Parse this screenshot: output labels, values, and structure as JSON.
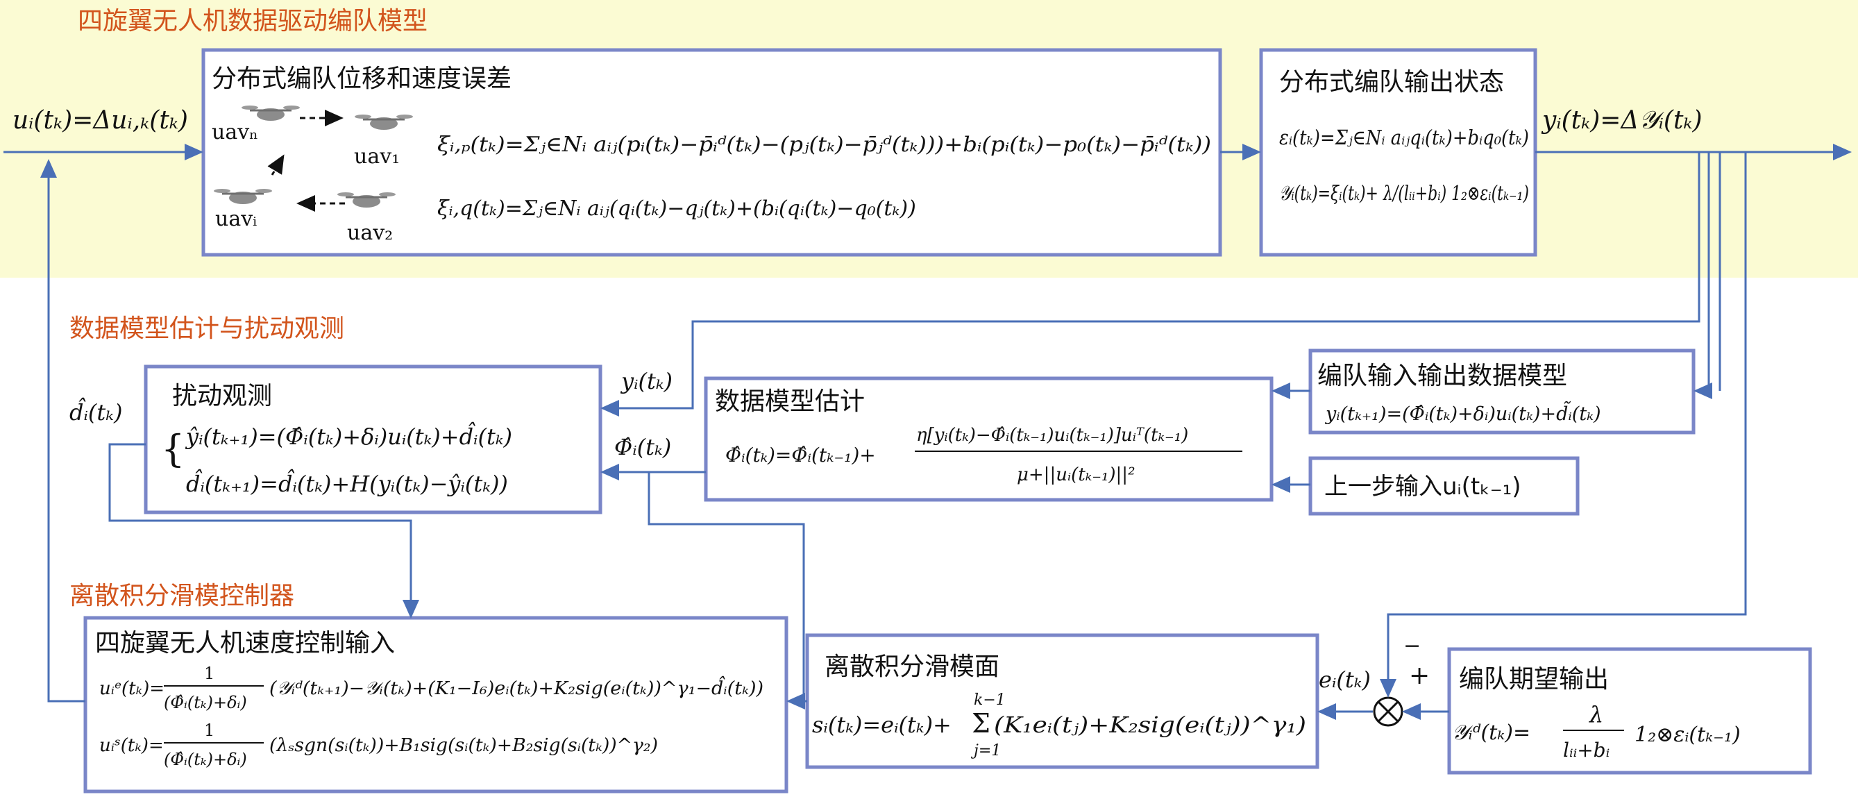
{
  "colors": {
    "yellow_band": "#fbfbd3",
    "box_border": "#7a86c8",
    "arrow": "#4a6fb6",
    "section_title": "#d2541c"
  },
  "sections": {
    "model": "四旋翼无人机数据驱动编队模型",
    "estimation": "数据模型估计与扰动观测",
    "controller": "离散积分滑模控制器"
  },
  "boxes": {
    "error": {
      "title": "分布式编队位移和速度误差",
      "uav_labels": [
        "uavₙ",
        "uav₁",
        "uavᵢ",
        "uav₂"
      ],
      "eq_p": "ξᵢ,ₚ(tₖ)=Σⱼ∈Nᵢ aᵢⱼ(pᵢ(tₖ)−p̄ᵢᵈ(tₖ)−(pⱼ(tₖ)−p̄ⱼᵈ(tₖ)))+bᵢ(pᵢ(tₖ)−p₀(tₖ)−p̄ᵢᵈ(tₖ))",
      "eq_q": "ξᵢ,q(tₖ)=Σⱼ∈Nᵢ aᵢⱼ(qᵢ(tₖ)−qⱼ(tₖ)+(bᵢ(qᵢ(tₖ)−q₀(tₖ))"
    },
    "output_state": {
      "title": "分布式编队输出状态",
      "eq1": "εᵢ(tₖ)=Σⱼ∈Nᵢ aᵢⱼqᵢ(tₖ)+bᵢq₀(tₖ)",
      "eq2": "𝒴ᵢ(tₖ)=ξᵢ(tₖ)+ λ/(lᵢᵢ+bᵢ) 1₂⊗εᵢ(tₖ₋₁)"
    },
    "disturbance": {
      "title": "扰动观测",
      "eq1": "ŷᵢ(tₖ₊₁)=(Φ̂ᵢ(tₖ)+δᵢ)uᵢ(tₖ)+d̂ᵢ(tₖ)",
      "eq2": "d̂ᵢ(tₖ₊₁)=d̂ᵢ(tₖ)+H(yᵢ(tₖ)−ŷᵢ(tₖ))"
    },
    "estimation": {
      "title": "数据模型估计",
      "lhs": "Φ̂ᵢ(tₖ)=Φ̂ᵢ(tₖ₋₁)+",
      "num": "η[yᵢ(tₖ)−Φ̂ᵢ(tₖ₋₁)uᵢ(tₖ₋₁)]uᵢᵀ(tₖ₋₁)",
      "den": "μ+||uᵢ(tₖ₋₁)||²"
    },
    "io_model": {
      "title": "编队输入输出数据模型",
      "eq": "yᵢ(tₖ₊₁)=(Φ̂ᵢ(tₖ)+δᵢ)uᵢ(tₖ)+d̃ᵢ(tₖ)"
    },
    "last_input": {
      "label": "上一步输入uᵢ(tₖ₋₁)"
    },
    "control_input": {
      "title": "四旋翼无人机速度控制输入",
      "eq1_lhs": "uᵢᵉ(tₖ)=",
      "eq1_den": "(Φ̂ᵢ(tₖ)+δᵢ)",
      "eq1_rhs": "(𝒴ᵢᵈ(tₖ₊₁)−𝒴ᵢ(tₖ)+(K₁−I₆)eᵢ(tₖ)+K₂sig(eᵢ(tₖ))^γ₁−d̂ᵢ(tₖ))",
      "eq2_lhs": "uᵢˢ(tₖ)=",
      "eq2_den": "(Φ̂ᵢ(tₖ)+δᵢ)",
      "eq2_rhs": "(λₛsgn(sᵢ(tₖ))+B₁sig(sᵢ(tₖ)+B₂sig(sᵢ(tₖ))^γ₂)",
      "one": "1"
    },
    "sliding": {
      "title": "离散积分滑模面",
      "lhs": "sᵢ(tₖ)=eᵢ(tₖ)+",
      "sum_top": "k−1",
      "sum_bottom": "j=1",
      "rhs": "(K₁eᵢ(tⱼ)+K₂sig(eᵢ(tⱼ))^γ₁)"
    },
    "desired": {
      "title": "编队期望输出",
      "lhs": "𝒴ᵢᵈ(tₖ)=",
      "frac_num": "λ",
      "frac_den": "lᵢᵢ+bᵢ",
      "rhs": "1₂⊗εᵢ(tₖ₋₁)"
    }
  },
  "signals": {
    "input": "uᵢ(tₖ)=Δuᵢ,ₖ(tₖ)",
    "output": "yᵢ(tₖ)=Δ𝒴ᵢ(tₖ)",
    "y_to_disturbance": "yᵢ(tₖ)",
    "phi_hat": "Φ̂ᵢ(tₖ)",
    "d_hat": "d̂ᵢ(tₖ)",
    "error": "eᵢ(tₖ)",
    "minus": "−",
    "plus": "+",
    "sum_symbol": "⊗"
  }
}
